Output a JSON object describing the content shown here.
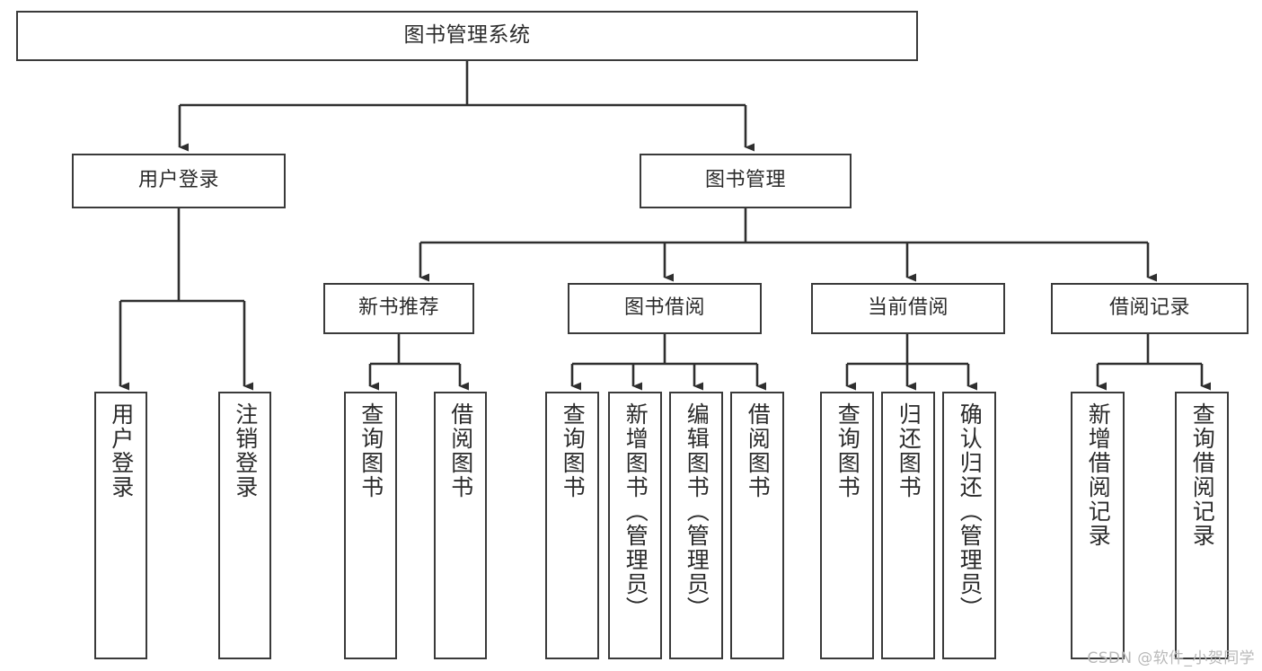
{
  "diagram": {
    "type": "tree",
    "title": "图书管理系统",
    "root": {
      "label": "图书管理系统"
    },
    "level2": [
      {
        "label": "用户登录"
      },
      {
        "label": "图书管理"
      }
    ],
    "level3": [
      {
        "label": "新书推荐"
      },
      {
        "label": "图书借阅"
      },
      {
        "label": "当前借阅"
      },
      {
        "label": "借阅记录"
      }
    ],
    "leaves": {
      "user_login": [
        {
          "label": "用户登录"
        },
        {
          "label": "注销登录"
        }
      ],
      "new_book_recommend": [
        {
          "label": "查询图书"
        },
        {
          "label": "借阅图书"
        }
      ],
      "book_borrow": [
        {
          "label": "查询图书"
        },
        {
          "label": "新增图书（管理员）"
        },
        {
          "label": "编辑图书（管理员）"
        },
        {
          "label": "借阅图书"
        }
      ],
      "current_borrow": [
        {
          "label": "查询图书"
        },
        {
          "label": "归还图书"
        },
        {
          "label": "确认归还（管理员）"
        }
      ],
      "borrow_record": [
        {
          "label": "新增借阅记录"
        },
        {
          "label": "查询借阅记录"
        }
      ]
    },
    "colors": {
      "box_border": "#3a3a3a",
      "box_fill": "#ffffff",
      "connector": "#2f2f2f",
      "text": "#2b2b2b",
      "watermark": "#b9b9b9"
    }
  },
  "watermark": {
    "text": "CSDN @软件_小贺同学"
  }
}
